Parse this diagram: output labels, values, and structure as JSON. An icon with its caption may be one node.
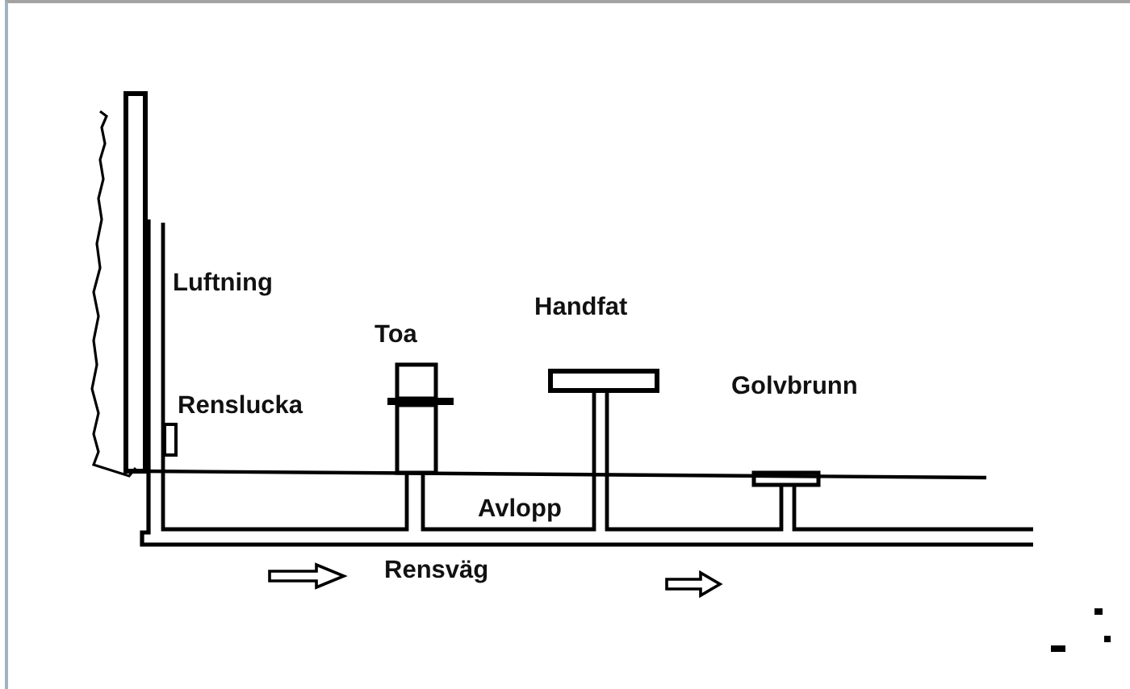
{
  "diagram": {
    "labels": [
      "Luftning",
      "Handfat",
      "Toa",
      "Golvbrunn",
      "Renslucka",
      "Avlopp",
      "Rensväg"
    ]
  }
}
